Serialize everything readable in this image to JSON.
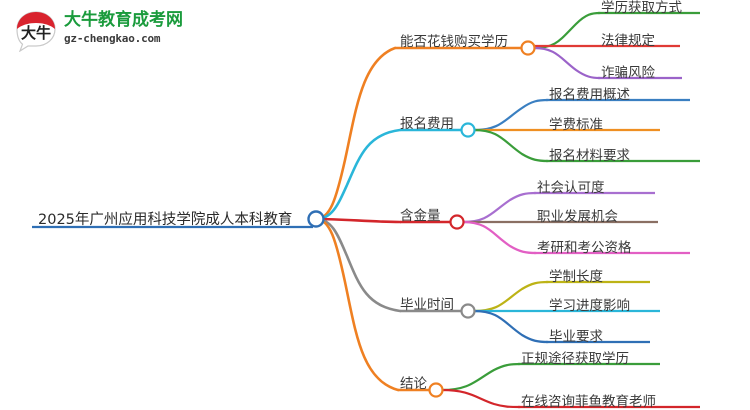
{
  "logo": {
    "mark_text": "大牛",
    "title": "大牛教育成考网",
    "url": "gz-chengkao.com",
    "title_color": "#1a9b3c",
    "mark_color": "#d9232e"
  },
  "mindmap": {
    "root": {
      "label": "2025年广州应用科技学院成人本科教育",
      "node_color": "#2f6fb5",
      "underline_color": "#2f6fb5"
    },
    "branches": [
      {
        "label": "能否花钱购买学历",
        "color": "#ef8022",
        "node_color": "#ef8022",
        "children": [
          {
            "label": "学历获取方式",
            "color": "#3a9d3a"
          },
          {
            "label": "法律规定",
            "color": "#e03a35"
          },
          {
            "label": "诈骗风险",
            "color": "#9b63c9"
          }
        ]
      },
      {
        "label": "报名费用",
        "color": "#2ab6d9",
        "node_color": "#2ab6d9",
        "children": [
          {
            "label": "报名费用概述",
            "color": "#3a7fc1"
          },
          {
            "label": "学费标准",
            "color": "#ef8f22"
          },
          {
            "label": "报名材料要求",
            "color": "#3a9d3a"
          }
        ]
      },
      {
        "label": "含金量",
        "color": "#d3262b",
        "node_color": "#d3262b",
        "children": [
          {
            "label": "社会认可度",
            "color": "#a86fd0"
          },
          {
            "label": "职业发展机会",
            "color": "#8a6f63"
          },
          {
            "label": "考研和考公资格",
            "color": "#e25fc4"
          }
        ]
      },
      {
        "label": "毕业时间",
        "color": "#8a8a8a",
        "node_color": "#8a8a8a",
        "children": [
          {
            "label": "学制长度",
            "color": "#bdb316"
          },
          {
            "label": "学习进度影响",
            "color": "#2ab6d9"
          },
          {
            "label": "毕业要求",
            "color": "#2f6fb5"
          }
        ]
      },
      {
        "label": "结论",
        "color": "#ef8022",
        "node_color": "#ef8022",
        "children": [
          {
            "label": "正规途径获取学历",
            "color": "#3a9d3a"
          },
          {
            "label": "在线咨询菲鱼教育老师",
            "color": "#d3262b"
          }
        ]
      }
    ]
  }
}
